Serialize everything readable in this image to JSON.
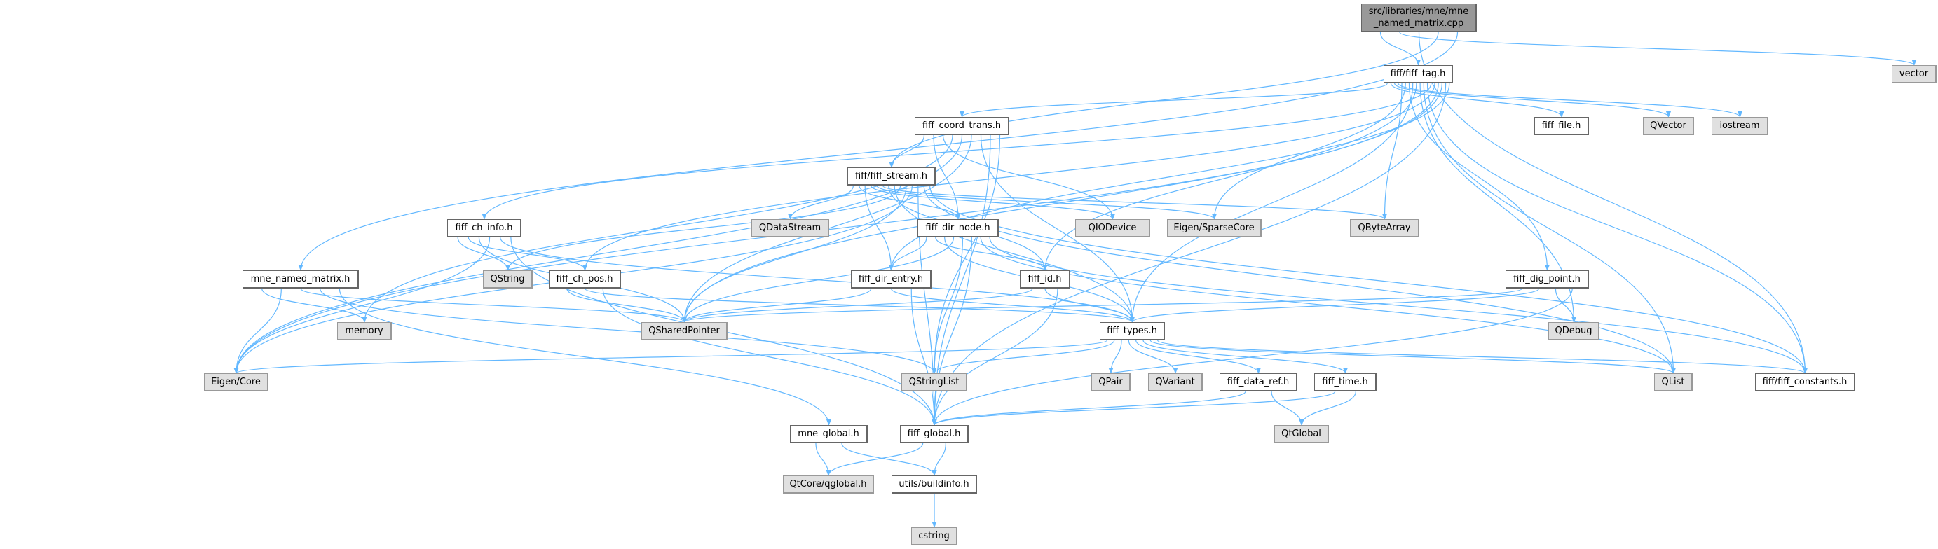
{
  "colors": {
    "edge": "#63b8ff",
    "root_fill": "#999999",
    "external_fill": "#e0e0e0",
    "local_fill": "#ffffff"
  },
  "nodes": {
    "root": {
      "line1": "src/libraries/mne/mne",
      "line2": "_named_matrix.cpp"
    },
    "fiff_tag": {
      "label": "fiff/fiff_tag.h"
    },
    "vector": {
      "label": "vector"
    },
    "fiff_coord_trans": {
      "label": "fiff_coord_trans.h"
    },
    "fiff_file": {
      "label": "fiff_file.h"
    },
    "QVector": {
      "label": "QVector"
    },
    "iostream": {
      "label": "iostream"
    },
    "fiff_stream": {
      "label": "fiff/fiff_stream.h"
    },
    "fiff_ch_info": {
      "label": "fiff_ch_info.h"
    },
    "QDataStream": {
      "label": "QDataStream"
    },
    "fiff_dir_node": {
      "label": "fiff_dir_node.h"
    },
    "QIODevice": {
      "label": "QIODevice"
    },
    "Eigen_SparseCore": {
      "label": "Eigen/SparseCore"
    },
    "QByteArray": {
      "label": "QByteArray"
    },
    "mne_named_matrix": {
      "label": "mne_named_matrix.h"
    },
    "QString": {
      "label": "QString"
    },
    "fiff_ch_pos": {
      "label": "fiff_ch_pos.h"
    },
    "fiff_dir_entry": {
      "label": "fiff_dir_entry.h"
    },
    "fiff_id": {
      "label": "fiff_id.h"
    },
    "fiff_dig_point": {
      "label": "fiff_dig_point.h"
    },
    "memory": {
      "label": "memory"
    },
    "QSharedPointer": {
      "label": "QSharedPointer"
    },
    "fiff_types": {
      "label": "fiff_types.h"
    },
    "QDebug": {
      "label": "QDebug"
    },
    "Eigen_Core": {
      "label": "Eigen/Core"
    },
    "QStringList": {
      "label": "QStringList"
    },
    "QPair": {
      "label": "QPair"
    },
    "QVariant": {
      "label": "QVariant"
    },
    "fiff_data_ref": {
      "label": "fiff_data_ref.h"
    },
    "fiff_time": {
      "label": "fiff_time.h"
    },
    "QList": {
      "label": "QList"
    },
    "fiff_constants": {
      "label": "fiff/fiff_constants.h"
    },
    "mne_global": {
      "label": "mne_global.h"
    },
    "fiff_global": {
      "label": "fiff_global.h"
    },
    "QtGlobal": {
      "label": "QtGlobal"
    },
    "QtCore_qglobal": {
      "label": "QtCore/qglobal.h"
    },
    "utils_buildinfo": {
      "label": "utils/buildinfo.h"
    },
    "cstring": {
      "label": "cstring"
    }
  },
  "edges": [
    [
      "root",
      "fiff_tag"
    ],
    [
      "root",
      "vector"
    ],
    [
      "root",
      "fiff_constants"
    ],
    [
      "root",
      "fiff_stream"
    ],
    [
      "root",
      "mne_named_matrix"
    ],
    [
      "fiff_tag",
      "fiff_coord_trans"
    ],
    [
      "fiff_tag",
      "fiff_file"
    ],
    [
      "fiff_tag",
      "QVector"
    ],
    [
      "fiff_tag",
      "iostream"
    ],
    [
      "fiff_tag",
      "QByteArray"
    ],
    [
      "fiff_tag",
      "Eigen_SparseCore"
    ],
    [
      "fiff_tag",
      "fiff_dig_point"
    ],
    [
      "fiff_tag",
      "fiff_types"
    ],
    [
      "fiff_tag",
      "fiff_id"
    ],
    [
      "fiff_tag",
      "QDebug"
    ],
    [
      "fiff_tag",
      "QList"
    ],
    [
      "fiff_tag",
      "fiff_constants"
    ],
    [
      "fiff_tag",
      "fiff_ch_info"
    ],
    [
      "fiff_tag",
      "fiff_ch_pos"
    ],
    [
      "fiff_tag",
      "QSharedPointer"
    ],
    [
      "fiff_tag",
      "Eigen_Core"
    ],
    [
      "fiff_tag",
      "fiff_global"
    ],
    [
      "fiff_tag",
      "fiff_dir_entry"
    ],
    [
      "fiff_coord_trans",
      "fiff_stream"
    ],
    [
      "fiff_coord_trans",
      "fiff_dir_node"
    ],
    [
      "fiff_coord_trans",
      "QIODevice"
    ],
    [
      "fiff_coord_trans",
      "memory"
    ],
    [
      "fiff_coord_trans",
      "Eigen_Core"
    ],
    [
      "fiff_coord_trans",
      "QSharedPointer"
    ],
    [
      "fiff_coord_trans",
      "fiff_types"
    ],
    [
      "fiff_coord_trans",
      "fiff_global"
    ],
    [
      "fiff_coord_trans",
      "QStringList"
    ],
    [
      "fiff_stream",
      "QDataStream"
    ],
    [
      "fiff_stream",
      "fiff_dir_node"
    ],
    [
      "fiff_stream",
      "fiff_dir_entry"
    ],
    [
      "fiff_stream",
      "QIODevice"
    ],
    [
      "fiff_stream",
      "Eigen_SparseCore"
    ],
    [
      "fiff_stream",
      "QByteArray"
    ],
    [
      "fiff_stream",
      "fiff_id"
    ],
    [
      "fiff_stream",
      "fiff_types"
    ],
    [
      "fiff_stream",
      "QString"
    ],
    [
      "fiff_stream",
      "QSharedPointer"
    ],
    [
      "fiff_stream",
      "Eigen_Core"
    ],
    [
      "fiff_stream",
      "fiff_global"
    ],
    [
      "fiff_stream",
      "QList"
    ],
    [
      "fiff_stream",
      "fiff_constants"
    ],
    [
      "fiff_dir_node",
      "fiff_dir_entry"
    ],
    [
      "fiff_dir_node",
      "fiff_id"
    ],
    [
      "fiff_dir_node",
      "fiff_types"
    ],
    [
      "fiff_dir_node",
      "QSharedPointer"
    ],
    [
      "fiff_dir_node",
      "QStringList"
    ],
    [
      "fiff_dir_node",
      "fiff_global"
    ],
    [
      "fiff_dir_node",
      "QList"
    ],
    [
      "fiff_dir_node",
      "fiff_constants"
    ],
    [
      "fiff_ch_info",
      "QString"
    ],
    [
      "fiff_ch_info",
      "fiff_ch_pos"
    ],
    [
      "fiff_ch_info",
      "QSharedPointer"
    ],
    [
      "fiff_ch_info",
      "Eigen_Core"
    ],
    [
      "fiff_ch_info",
      "fiff_types"
    ],
    [
      "fiff_ch_info",
      "fiff_global"
    ],
    [
      "mne_named_matrix",
      "memory"
    ],
    [
      "mne_named_matrix",
      "Eigen_Core"
    ],
    [
      "mne_named_matrix",
      "QSharedPointer"
    ],
    [
      "mne_named_matrix",
      "QStringList"
    ],
    [
      "mne_named_matrix",
      "mne_global"
    ],
    [
      "fiff_ch_pos",
      "QSharedPointer"
    ],
    [
      "fiff_ch_pos",
      "fiff_types"
    ],
    [
      "fiff_ch_pos",
      "fiff_global"
    ],
    [
      "fiff_dir_entry",
      "QSharedPointer"
    ],
    [
      "fiff_dir_entry",
      "fiff_types"
    ],
    [
      "fiff_dir_entry",
      "fiff_global"
    ],
    [
      "fiff_id",
      "QSharedPointer"
    ],
    [
      "fiff_id",
      "fiff_types"
    ],
    [
      "fiff_id",
      "fiff_global"
    ],
    [
      "fiff_dig_point",
      "QSharedPointer"
    ],
    [
      "fiff_dig_point",
      "fiff_types"
    ],
    [
      "fiff_dig_point",
      "QDebug"
    ],
    [
      "fiff_dig_point",
      "fiff_global"
    ],
    [
      "fiff_types",
      "Eigen_Core"
    ],
    [
      "fiff_types",
      "QStringList"
    ],
    [
      "fiff_types",
      "QPair"
    ],
    [
      "fiff_types",
      "QVariant"
    ],
    [
      "fiff_types",
      "fiff_data_ref"
    ],
    [
      "fiff_types",
      "fiff_time"
    ],
    [
      "fiff_types",
      "QList"
    ],
    [
      "fiff_types",
      "fiff_constants"
    ],
    [
      "fiff_data_ref",
      "fiff_global"
    ],
    [
      "fiff_data_ref",
      "QtGlobal"
    ],
    [
      "fiff_time",
      "fiff_global"
    ],
    [
      "fiff_time",
      "QtGlobal"
    ],
    [
      "mne_global",
      "QtCore_qglobal"
    ],
    [
      "mne_global",
      "utils_buildinfo"
    ],
    [
      "fiff_global",
      "QtCore_qglobal"
    ],
    [
      "fiff_global",
      "utils_buildinfo"
    ],
    [
      "utils_buildinfo",
      "cstring"
    ]
  ]
}
